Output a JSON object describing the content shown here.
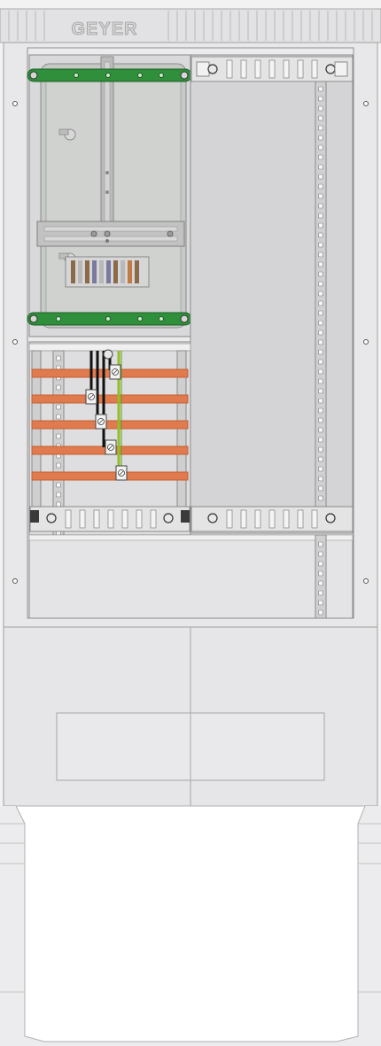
{
  "brand": {
    "name": "GEYER"
  },
  "colors": {
    "cabinet": "#e6e6e8",
    "cabinet_stroke": "#9a9a9a",
    "panel": "#dcdcdc",
    "meter_glass": "#c9cdca",
    "green_rail": "#2e8b3a",
    "busbar": "#e07a4f",
    "busbar_dark": "#c4602f",
    "din_rail": "#d2d2d2",
    "pe_wire": "#8fbf2a",
    "black_wire": "#111111"
  },
  "busbars": {
    "count": 5
  },
  "terminals": {
    "count": 5
  }
}
